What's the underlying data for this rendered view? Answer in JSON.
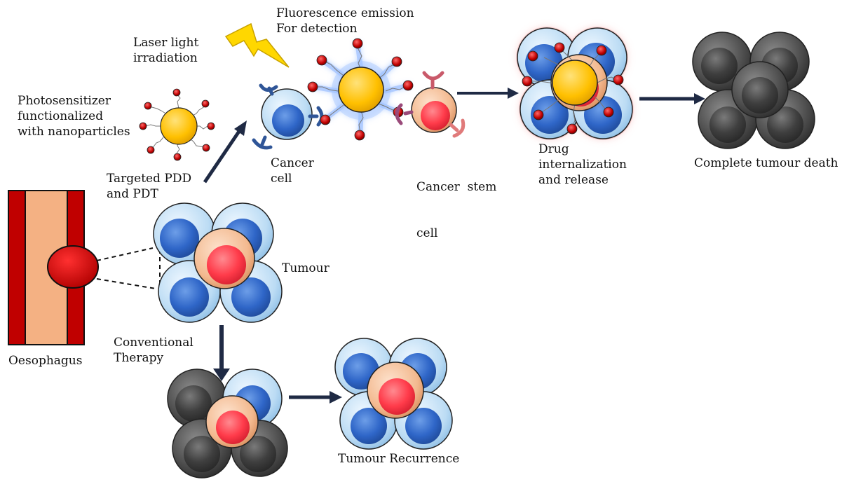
{
  "labels": {
    "fluorescence_line1": "Fluorescence emission",
    "fluorescence_line2": "For detection",
    "laser_line1": "Laser light",
    "laser_line2": "irradiation",
    "photo_line1": "Photosensitizer",
    "photo_line2": "functionalized",
    "photo_line3": "with nanoparticles",
    "targeted_line1": "Targeted PDD",
    "targeted_line2": "and PDT",
    "cancer_cell_line1": "Cancer",
    "cancer_cell_line2": "cell",
    "stem_cell_line1": "Cancer  stem",
    "stem_cell_line2": "cell",
    "drug_line1": "Drug",
    "drug_line2": "internalization",
    "drug_line3": "and release",
    "complete_death": "Complete tumour death",
    "tumour": "Tumour",
    "oesophagus": "Oesophagus",
    "conventional_line1": "Conventional",
    "conventional_line2": "Therapy",
    "recurrence": "Tumour Recurrence"
  },
  "colors": {
    "cancer_cell_outer": "#c9e3f7",
    "cancer_cell_nucleus": "#2f66c8",
    "stem_cell_outer": "#f3b98f",
    "stem_cell_nucleus": "#ff3b4a",
    "dead_cell": "#4a4a4a",
    "nanoparticle_core": "#ffc000",
    "drug_particle": "#c00000",
    "oesophagus_wall": "#c00000",
    "oesophagus_lumen": "#f4b183",
    "laser_bolt": "#ffd700",
    "arrow": "#1f2a44"
  },
  "icons": [
    "lightning-bolt-icon",
    "nanoparticle-icon",
    "receptor-icon"
  ]
}
